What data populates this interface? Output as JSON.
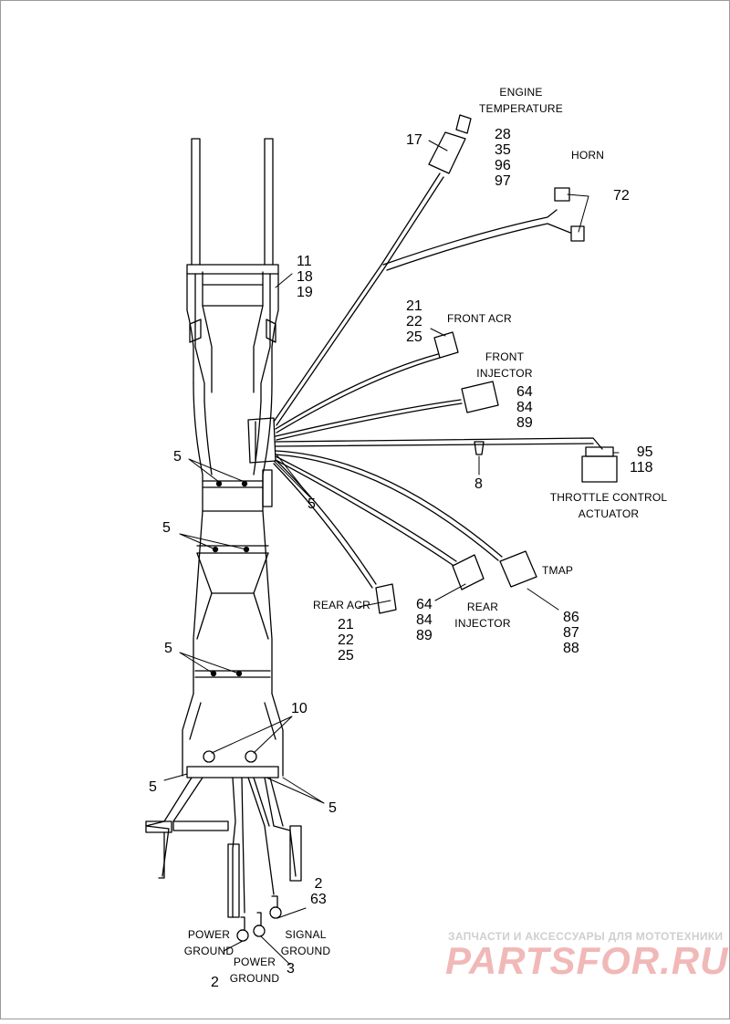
{
  "labels": {
    "engine_temperature": [
      "ENGINE",
      "TEMPERATURE"
    ],
    "horn": "HORN",
    "front_acr": "FRONT ACR",
    "front_injector": [
      "FRONT",
      "INJECTOR"
    ],
    "throttle_control_actuator": [
      "THROTTLE CONTROL",
      "ACTUATOR"
    ],
    "tmap": "TMAP",
    "rear_acr": "REAR ACR",
    "rear_injector": [
      "REAR",
      "INJECTOR"
    ],
    "power_ground_left": [
      "POWER",
      "GROUND"
    ],
    "power_ground_center": [
      "POWER",
      "GROUND"
    ],
    "signal_ground": [
      "SIGNAL",
      "GROUND"
    ]
  },
  "callouts": {
    "engine_temp_17": "17",
    "engine_temp_parts": [
      "28",
      "35",
      "96",
      "97"
    ],
    "horn_parts": "72",
    "frame_parts": [
      "11",
      "18",
      "19"
    ],
    "front_acr_parts": [
      "21",
      "22",
      "25"
    ],
    "front_injector_parts": [
      "64",
      "84",
      "89"
    ],
    "throttle_parts": [
      "95",
      "118"
    ],
    "clip_8": "8",
    "clip_5_upper": "5",
    "clip_5_center": "5",
    "clip_5_mid": "5",
    "clip_5_lower": "5",
    "clip_5_bottom_left": "5",
    "clip_5_bottom_right": "5",
    "rear_acr_parts": [
      "21",
      "22",
      "25"
    ],
    "rear_injector_parts": [
      "64",
      "84",
      "89"
    ],
    "tmap_parts": [
      "86",
      "87",
      "88"
    ],
    "holes_10": "10",
    "signal_ground_parts": [
      "2",
      "63"
    ],
    "power_ground_left_num": "2",
    "power_ground_center_num": "3"
  },
  "watermark": {
    "caption": "ЗАПЧАСТИ И АКСЕССУАРЫ ДЛЯ МОТОТЕХНИКИ",
    "brand": "PARTSFOR.RU"
  },
  "icons": {
    "frame": "motorcycle-frame-icon",
    "harness": "wiring-harness-icon",
    "connector": "connector-icon",
    "ring_terminal": "ring-terminal-icon"
  }
}
